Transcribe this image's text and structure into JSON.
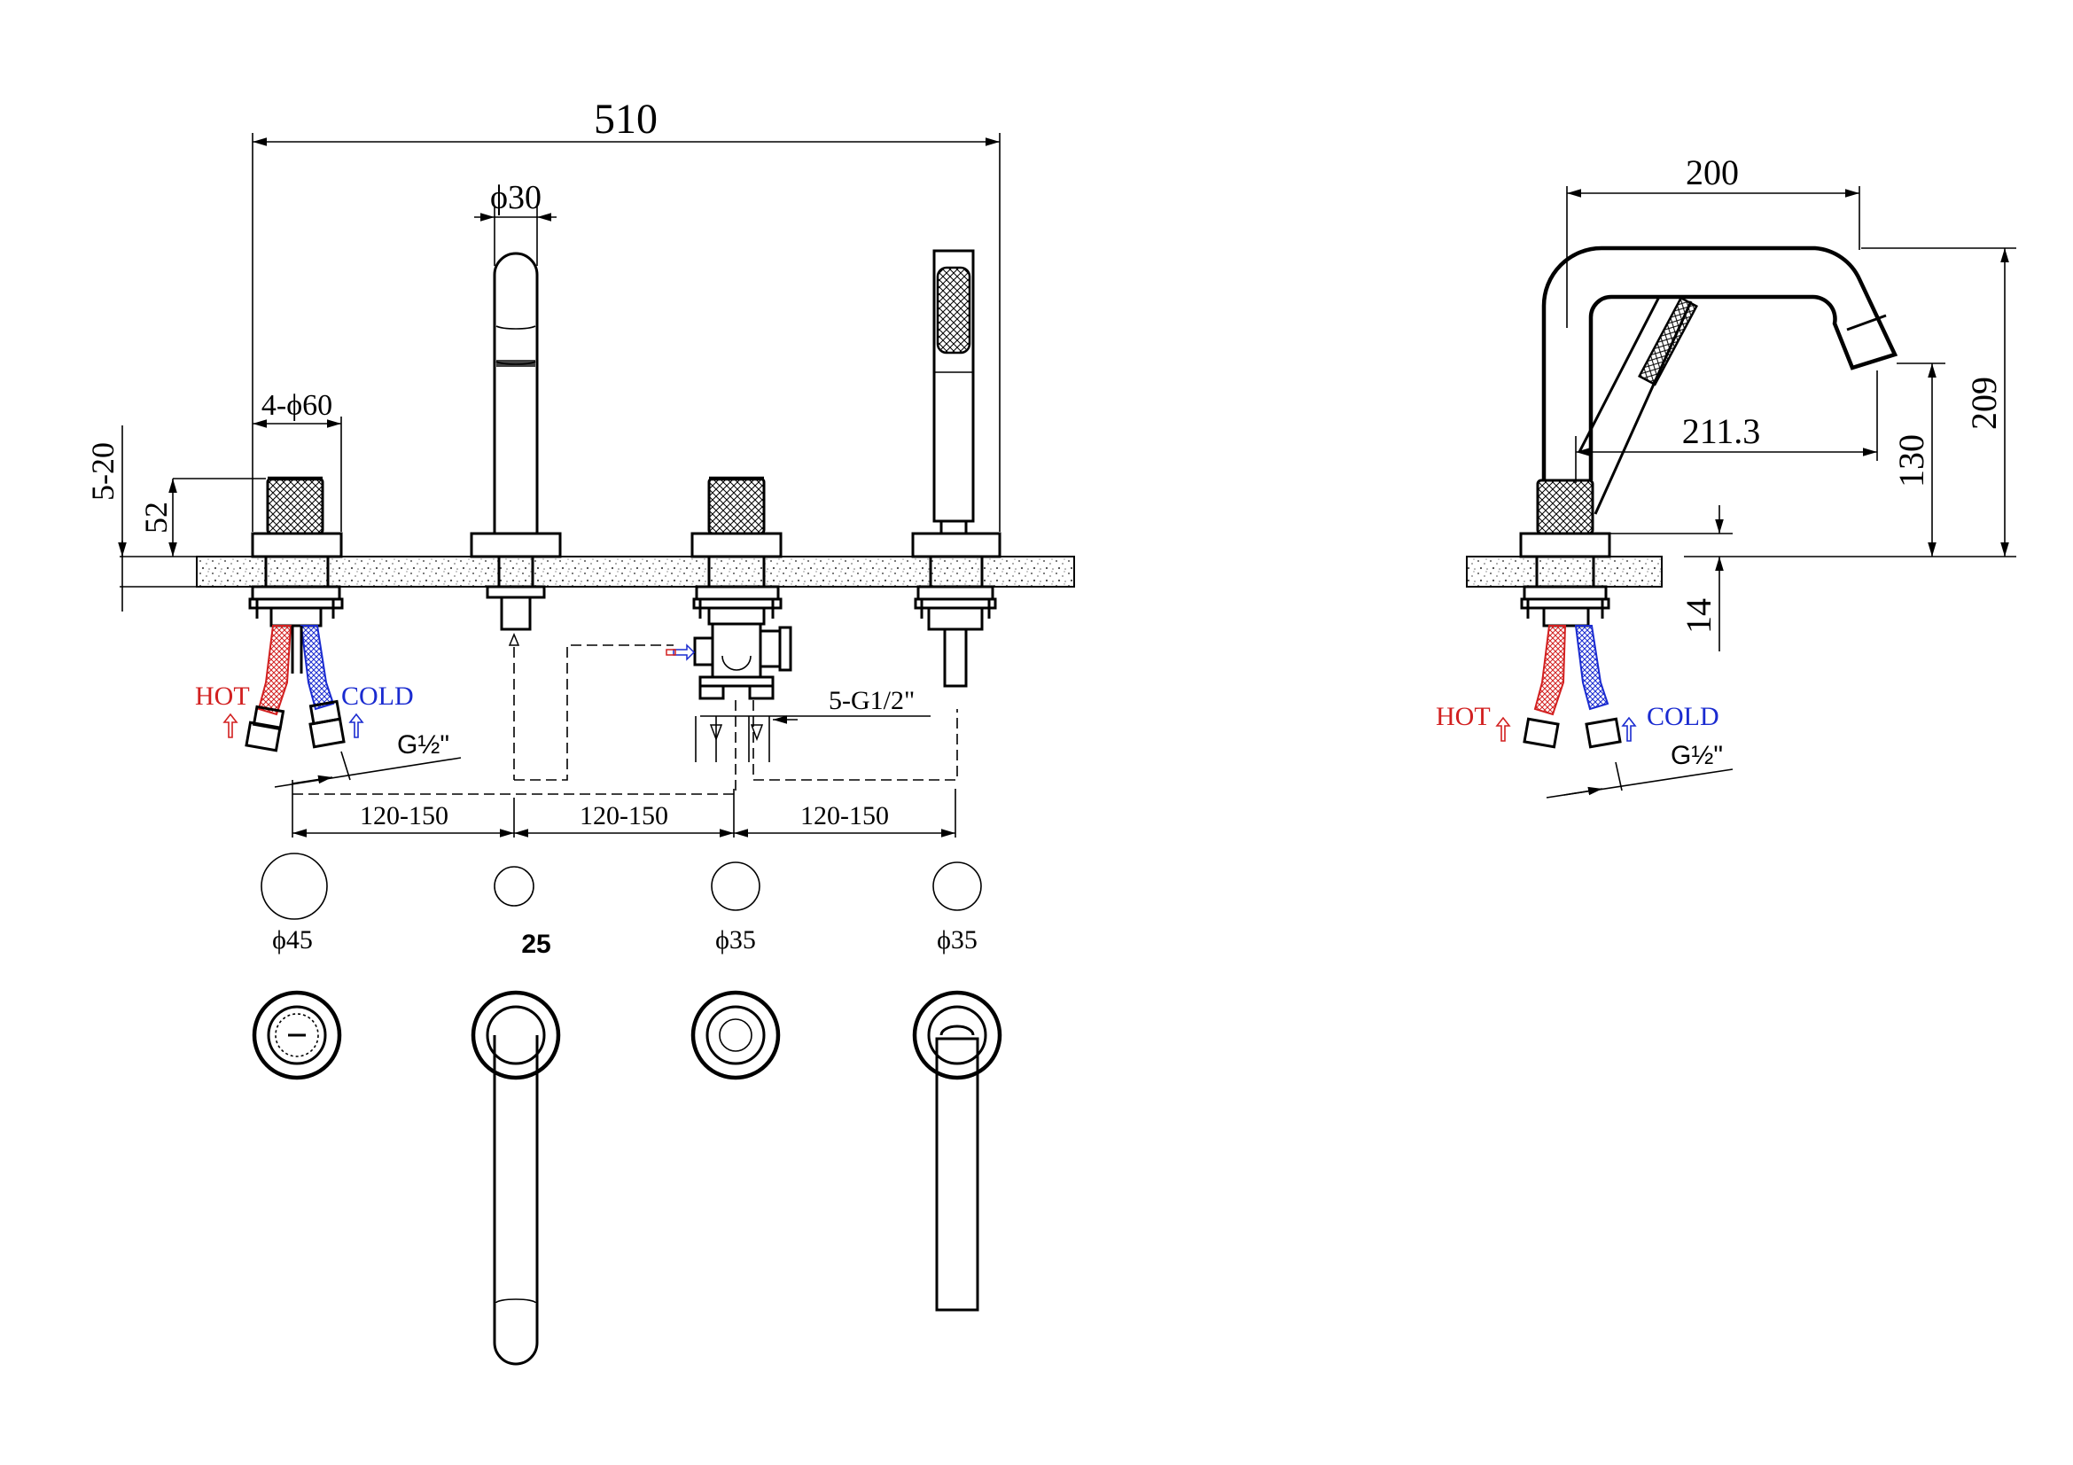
{
  "front_view": {
    "overall_width": "510",
    "spout_diameter": "ϕ30",
    "base_diameter": "4-ϕ60",
    "deck_thickness": "5-20",
    "handle_height": "52",
    "hot_label": "HOT",
    "cold_label": "COLD",
    "inlet_thread": "G½\"",
    "outlet_thread": "5-G1/2\"",
    "spacings": [
      "120-150",
      "120-150",
      "120-150"
    ]
  },
  "hole_sizes": [
    "ϕ45",
    "25",
    "ϕ35",
    "ϕ35"
  ],
  "side_view": {
    "spout_reach": "200",
    "hose_reach": "211.3",
    "total_height": "209",
    "spout_height": "130",
    "base_height": "14",
    "hot_label": "HOT",
    "cold_label": "COLD",
    "inlet_thread": "G½\""
  },
  "colors": {
    "hot": "#d22020",
    "cold": "#1a2bd0",
    "line": "#000000"
  }
}
